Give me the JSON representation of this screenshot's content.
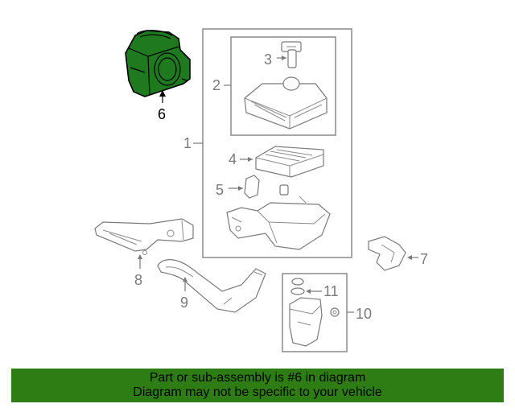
{
  "callouts": {
    "c1": "1",
    "c2": "2",
    "c3": "3",
    "c4": "4",
    "c5": "5",
    "c6": "6",
    "c7": "7",
    "c8": "8",
    "c9": "9",
    "c10": "10",
    "c11": "11"
  },
  "highlight_color": "#2e7d14",
  "part_highlight_fill": "#1f7a1f",
  "banner": {
    "line1": "Part or sub-assembly is #6 in diagram",
    "line2": "Diagram may not be specific to your vehicle"
  }
}
